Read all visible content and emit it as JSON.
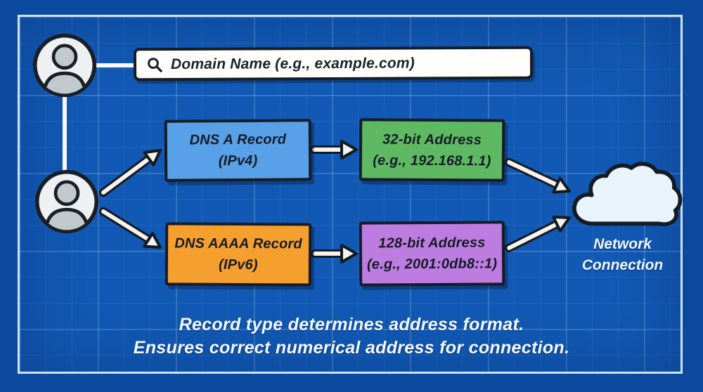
{
  "search_bar": {
    "value": "Domain Name (e.g., example.com)",
    "icon": "magnifying-glass"
  },
  "nodes": {
    "dns_a": {
      "line1": "DNS A Record",
      "line2": "(IPv4)",
      "color": "#58a1e8"
    },
    "addr32": {
      "line1": "32-bit Address",
      "line2": "(e.g., 192.168.1.1)",
      "color": "#5eb962"
    },
    "dns_aaaa": {
      "line1": "DNS AAAA Record",
      "line2": "(IPv6)",
      "color": "#f59f2e"
    },
    "addr128": {
      "line1": "128-bit Address",
      "line2": "(e.g., 2001:0db8::1)",
      "color": "#bd7de0"
    }
  },
  "cloud": {
    "icon": "cloud",
    "label_line1": "Network",
    "label_line2": "Connection"
  },
  "caption": {
    "line1": "Record type determines address format.",
    "line2": "Ensures correct numerical address for connection."
  },
  "icons": {
    "user": "person-silhouette-avatar",
    "search": "magnifying-glass",
    "network": "cloud"
  },
  "colors": {
    "background_outer": "#0b4a9e",
    "background_inner": "#1159b4",
    "frame_border": "#cfe4f7",
    "grid_line": "rgba(205,228,252,0.16)",
    "node_dns_a": "#58a1e8",
    "node_addr32": "#5eb962",
    "node_dns_aaaa": "#f59f2e",
    "node_addr128": "#bd7de0",
    "arrow_fill": "#f6f3ee",
    "outline_dark": "#161c25",
    "cloud_fill": "#e9f3fa",
    "text_dark": "#141b26",
    "text_light": "#f4f8fd"
  }
}
